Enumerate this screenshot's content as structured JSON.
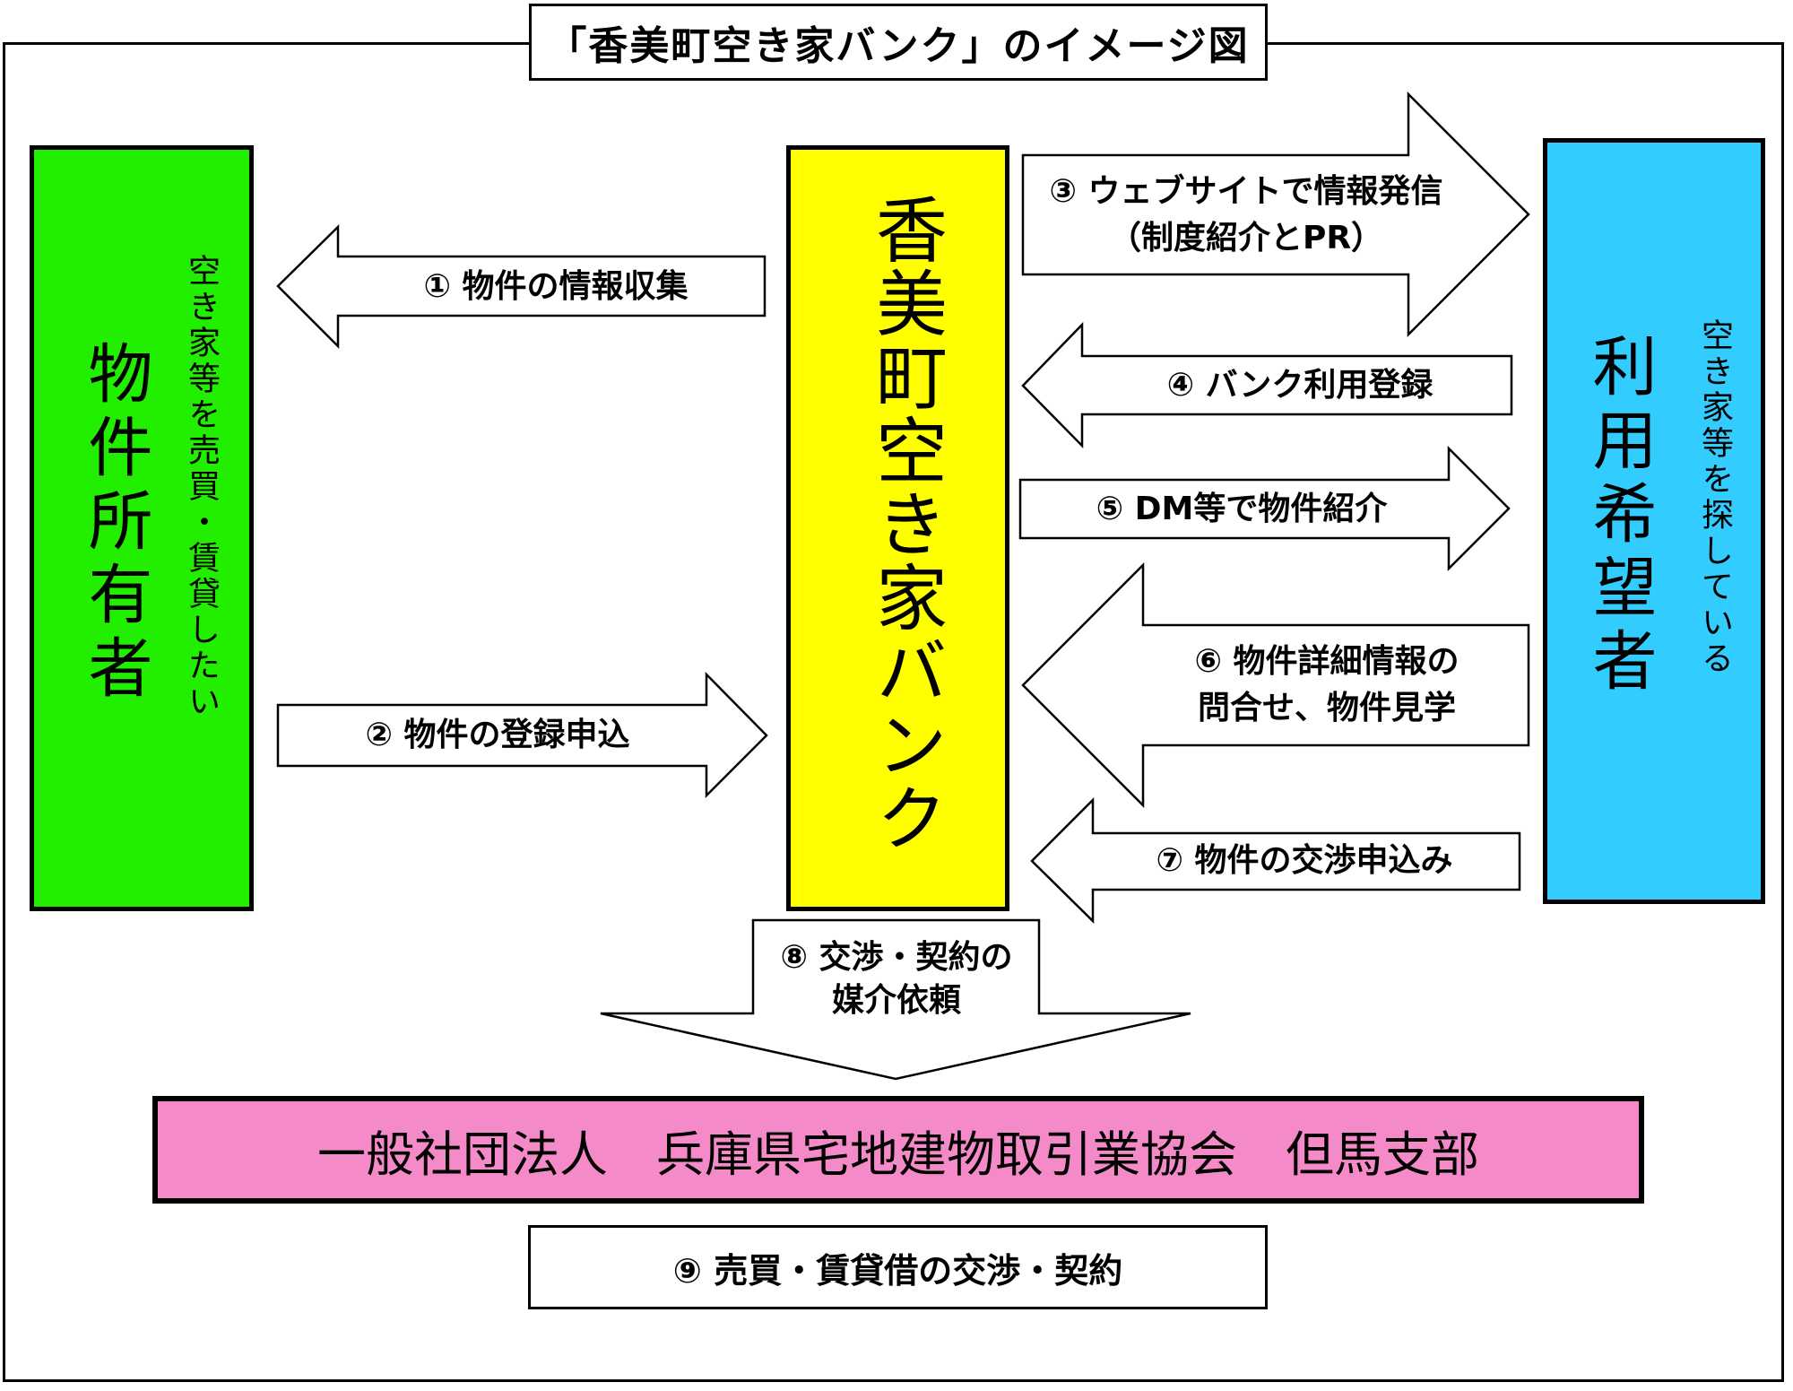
{
  "title": "「香美町空き家バンク」のイメージ図",
  "owner": {
    "label": "物件所有者",
    "sub": "空き家等を売買・賃貸したい",
    "color": "#22ee00"
  },
  "bank": {
    "label": "香美町空き家バンク",
    "color": "#ffff00"
  },
  "user": {
    "label": "利用希望者",
    "sub": "空き家等を探している",
    "color": "#33ccff"
  },
  "association": {
    "label": "一般社団法人　兵庫県宅地建物取引業協会　但馬支部",
    "color": "#f58ac8"
  },
  "steps": {
    "s1": "① 物件の情報収集",
    "s2": "② 物件の登録申込",
    "s3_line1": "③ ウェブサイトで情報発信",
    "s3_line2": "（制度紹介とPR）",
    "s4": "④ バンク利用登録",
    "s5": "⑤ DM等で物件紹介",
    "s6_line1": "⑥ 物件詳細情報の",
    "s6_line2": "問合せ、物件見学",
    "s7": "⑦ 物件の交渉申込み",
    "s8_line1": "⑧ 交渉・契約の",
    "s8_line2": "媒介依頼",
    "s9": "⑨ 売買・賃貸借の交渉・契約"
  }
}
